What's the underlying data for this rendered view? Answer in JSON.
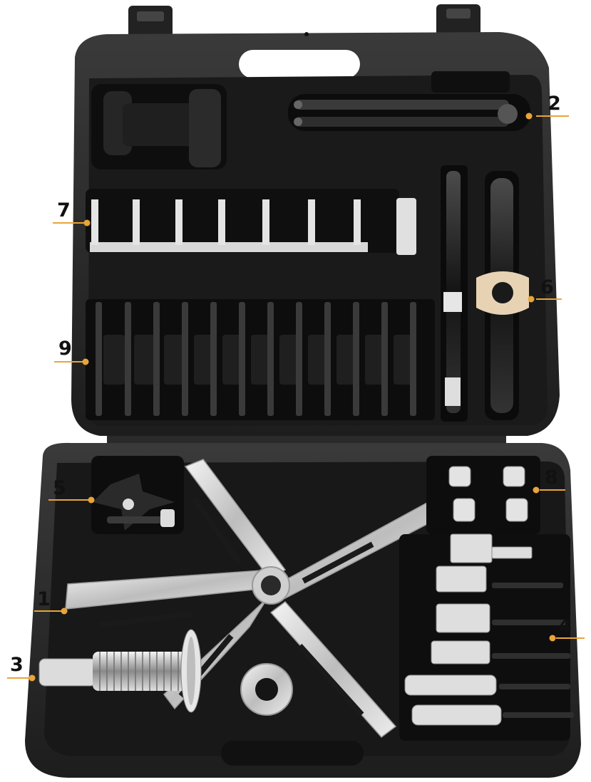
{
  "callouts": [
    {
      "id": "1",
      "label": "1"
    },
    {
      "id": "2",
      "label": "2"
    },
    {
      "id": "3",
      "label": "3"
    },
    {
      "id": "4",
      "label": "4"
    },
    {
      "id": "5",
      "label": "5"
    },
    {
      "id": "6",
      "label": "6"
    },
    {
      "id": "7",
      "label": "7"
    },
    {
      "id": "8",
      "label": "8"
    },
    {
      "id": "9",
      "label": "9"
    }
  ],
  "colors": {
    "case_outer": "#2a2a2a",
    "case_inner": "#1c1c1c",
    "foam": "#111111",
    "steel": "#d9d9d9",
    "accent": "#e8a53a"
  }
}
